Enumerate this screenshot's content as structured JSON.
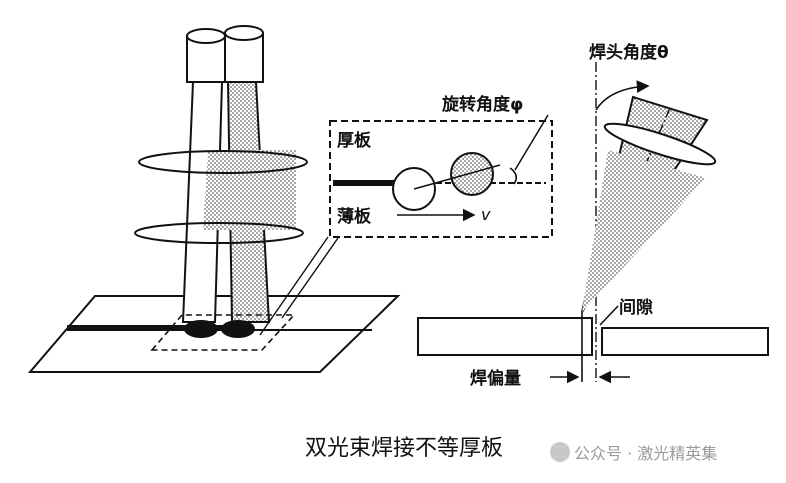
{
  "diagram": {
    "labels": {
      "thick_plate": "厚板",
      "thin_plate": "薄板",
      "velocity": "v",
      "rotation_angle": "旋转角度φ",
      "head_angle": "焊头角度θ",
      "gap": "间隙",
      "weld_offset": "焊偏量"
    },
    "caption": "双光束焊接不等厚板",
    "watermark": "公众号 · 激光精英集"
  }
}
